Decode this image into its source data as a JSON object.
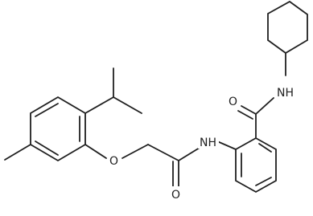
{
  "diagram": {
    "type": "chemical-structure",
    "atom_labels": {
      "amide_nh_top": "NH",
      "carbonyl_o_top": "O",
      "amide_nh_mid": "NH",
      "ether_o": "O",
      "carbonyl_o_bottom": "O"
    },
    "rings": [
      "cyclohexane",
      "benzene-isopropyl-methyl",
      "benzene-benzamide"
    ],
    "line_color": "#1f1f1f"
  }
}
